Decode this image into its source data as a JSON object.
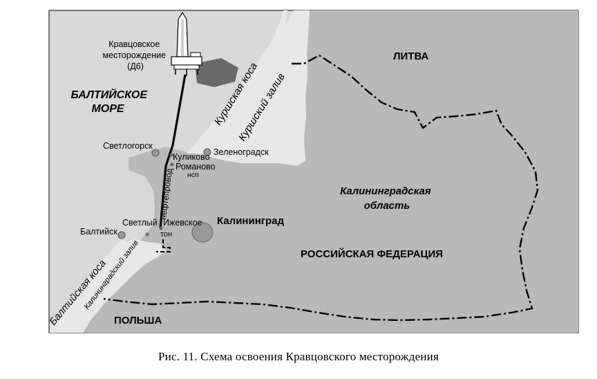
{
  "colors": {
    "sea": "#d9d9d9",
    "land": "#b9b9b9",
    "spit": "#e8e8e8",
    "border": "#000000",
    "city": "#9a9a9a"
  },
  "labels": {
    "field": [
      "Кравцовское",
      "месторождение",
      "(Д6)"
    ],
    "sea": [
      "БАЛТИЙСКОЕ",
      "МОРЕ"
    ],
    "kurshskaya_kosa": "Куршская коса",
    "kurshsky_zaliv": "Куршский залив",
    "litva": "ЛИТВА",
    "svetlogorsk": "Светлогорск",
    "kulikovo": "Куликово",
    "zelenogradsk": "Зеленоградск",
    "romanovo": "Романово",
    "nsp": "нсп",
    "nefteprovod": "нефтепровод",
    "region": [
      "Калининградская",
      "область"
    ],
    "baltiysk": "Балтийск",
    "svetly": "Светлый",
    "izhevskoe": "Ижевское",
    "ton": "тон",
    "kaliningrad": "Калининград",
    "russia": "РОССИЙСКАЯ ФЕДЕРАЦИЯ",
    "baltiyskaya_kosa": "Балтийская коса",
    "kaliningradsky_zaliv": "Калининградский залив",
    "polsha": "ПОЛЬША"
  },
  "caption": "Рис. 11. Схема освоения Кравцовского месторождения"
}
